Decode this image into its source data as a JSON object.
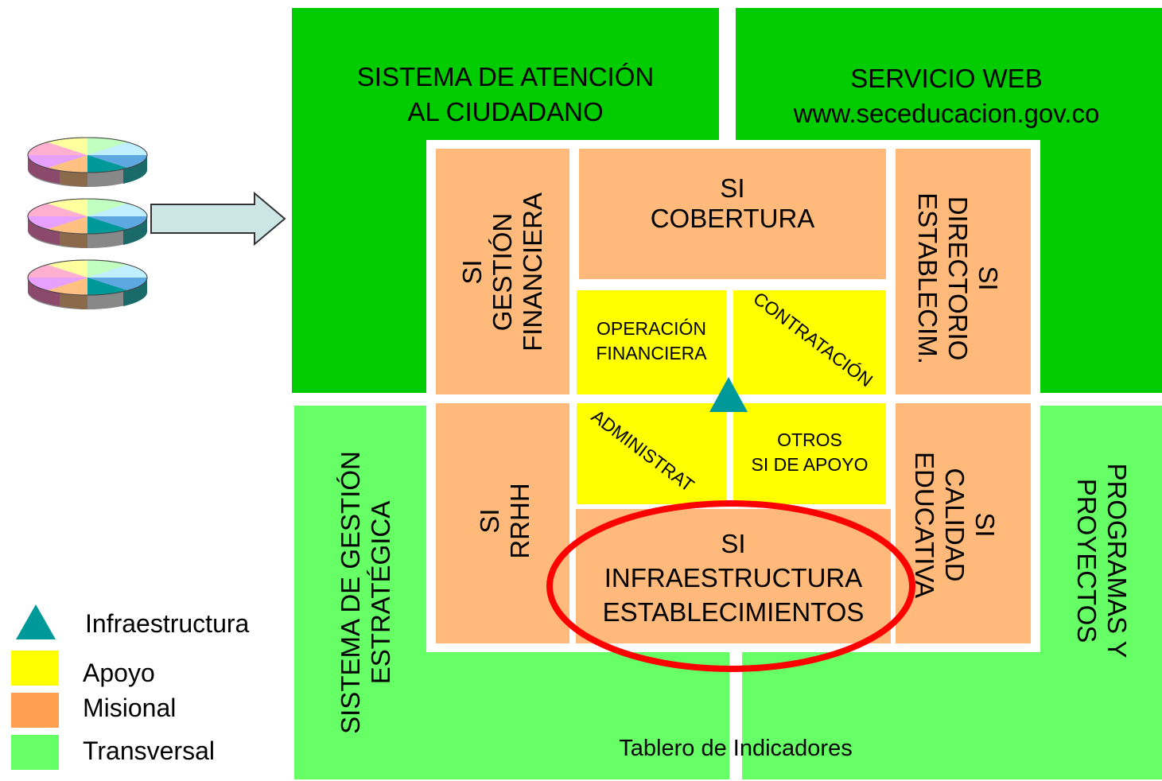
{
  "outer": {
    "atencion": "SISTEMA DE ATENCIÓN AL CIUDADANO",
    "atencion_l1": "SISTEMA DE ATENCIÓN",
    "atencion_l2": "AL CIUDADANO",
    "web_l1": "SERVICIO WEB",
    "web_l2": "www.seceducacion.gov.co",
    "estrategica_l1": "SISTEMA DE GESTIÓN",
    "estrategica_l2": "ESTRATÉGICA",
    "programas_l1": "PROGRAMAS Y",
    "programas_l2": "PROYECTOS",
    "tablero": "Tablero de Indicadores"
  },
  "misional": {
    "financiera": [
      "SI",
      "GESTIÓN",
      "FINANCIERA"
    ],
    "cobertura": [
      "SI",
      "COBERTURA"
    ],
    "directorio": [
      "SI",
      "DIRECTORIO",
      "ESTABLECIM."
    ],
    "rrhh": [
      "SI",
      "RRHH"
    ],
    "calidad": [
      "SI",
      "CALIDAD",
      "EDUCATIVA"
    ],
    "infraestructura": [
      "SI",
      "INFRAESTRUCTURA",
      "ESTABLECIMIENTOS"
    ]
  },
  "apoyo": {
    "operacion": [
      "OPERACIÓN",
      "FINANCIERA"
    ],
    "contratacion": "CONTRATACIÓN",
    "administrat": "ADMINISTRAT",
    "otros": [
      "OTROS",
      "SI DE APOYO"
    ]
  },
  "legend": [
    {
      "label": "Infraestructura",
      "color": "#009999",
      "icon": "triangle-icon"
    },
    {
      "label": "Apoyo",
      "color": "#ffff00"
    },
    {
      "label": "Misional",
      "color": "#ffa050"
    },
    {
      "label": "Transversal",
      "color": "#66ff66"
    }
  ],
  "colors": {
    "transversal_dark": "#00cc00",
    "transversal_light": "#66ff66",
    "misional": "#ffb97a",
    "apoyo": "#ffff00",
    "infraestructura": "#009999",
    "highlight": "#ff0000"
  }
}
